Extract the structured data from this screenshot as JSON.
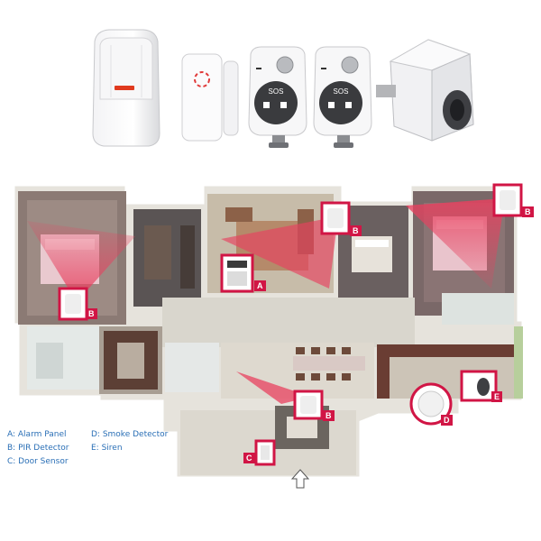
{
  "products": {
    "pir_detector": "PIR Detector",
    "door_sensor": "Door Sensor",
    "remote_1_sos": "SOS",
    "remote_2_sos": "SOS",
    "siren": "Siren"
  },
  "legend": {
    "a": "A: Alarm Panel",
    "b": "B: PIR Detector",
    "c": "C: Door Sensor",
    "d": "D: Smoke Detector",
    "e": "E: Siren"
  },
  "markers": {
    "a": "A",
    "b_bedroom_left": "B",
    "b_living_room": "B",
    "b_bedroom_right": "B",
    "b_entrance": "B",
    "c": "C",
    "d": "D",
    "e": "E"
  },
  "colors": {
    "accent": "#d11545",
    "legend_text": "#2a6fb6",
    "coverage": "#e8405f"
  }
}
